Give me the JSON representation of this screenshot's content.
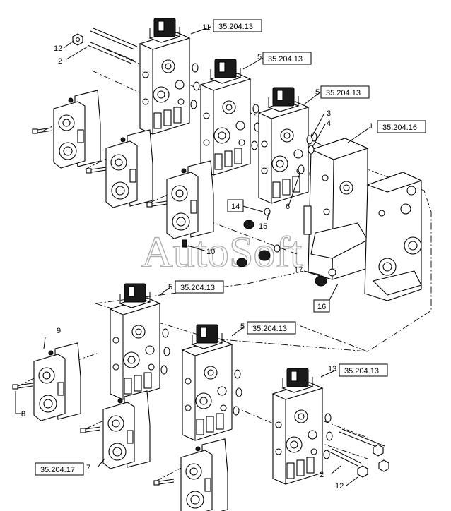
{
  "watermark": "AutoSoft",
  "callouts": {
    "c11": "11",
    "c12a": "12",
    "c2a": "2",
    "c5a": "5",
    "c5b": "5",
    "c3": "3",
    "c4": "4",
    "c1": "1",
    "c14": "14",
    "c6": "6",
    "c15": "15",
    "c10": "10",
    "c17": "17",
    "c16": "16",
    "c5c": "5",
    "c9": "9",
    "c5d": "5",
    "c8": "8",
    "c13": "13",
    "c7": "7",
    "c2b": "2",
    "c12b": "12"
  },
  "refs": {
    "r11": "35.204.13",
    "r5a": "35.204.13",
    "r5b": "35.204.13",
    "r1": "35.204.16",
    "r5c": "35.204.13",
    "r5d": "35.204.13",
    "r13": "35.204.13",
    "r7": "35.204.17"
  }
}
